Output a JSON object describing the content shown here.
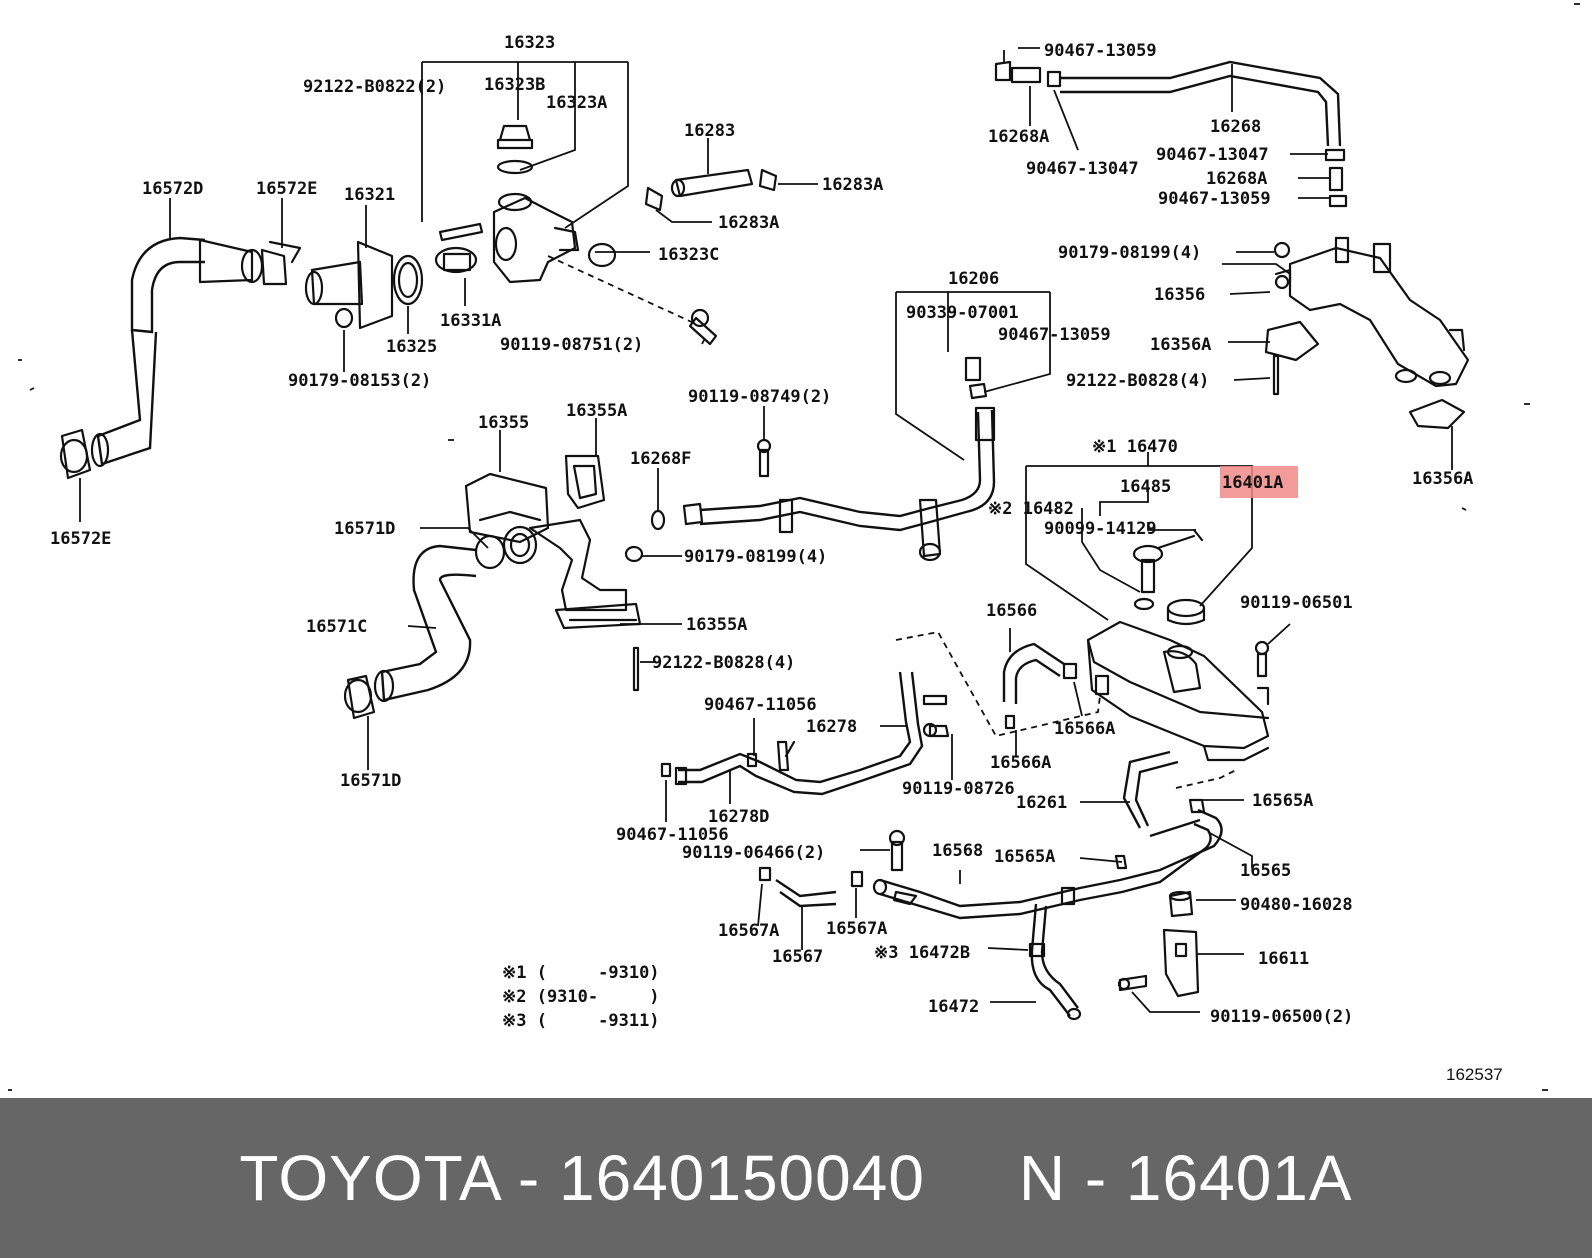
{
  "diagram": {
    "highlight_color": "#f08a8a",
    "code": "162537",
    "labels": {
      "l16323": "16323",
      "l92122b0822": "92122-B0822(2)",
      "l16323b": "16323B",
      "l16323a": "16323A",
      "l16283": "16283",
      "l16283a_r": "16283A",
      "l16283a_l": "16283A",
      "l16572d": "16572D",
      "l16572e_t": "16572E",
      "l16321": "16321",
      "l16323c": "16323C",
      "l16331a": "16331A",
      "l16325": "16325",
      "l90119_08751": "90119-08751(2)",
      "l90179_08153": "90179-08153(2)",
      "l16572e_b": "16572E",
      "l16355": "16355",
      "l16355a_t": "16355A",
      "l16268f": "16268F",
      "l90119_08749": "90119-08749(2)",
      "l16206": "16206",
      "l90339_07001": "90339-07001",
      "l90467_13059_m": "90467-13059",
      "l16571d_t": "16571D",
      "l90179_08199_m": "90179-08199(4)",
      "l16571c": "16571C",
      "l16355a_b": "16355A",
      "l92122_b0828_m": "92122-B0828(4)",
      "l16571d_b": "16571D",
      "l90467_13059_t": "90467-13059",
      "l16268a_t": "16268A",
      "l16268": "16268",
      "l90467_13047_l": "90467-13047",
      "l90467_13047_r": "90467-13047",
      "l16268a_r": "16268A",
      "l90467_13059_r": "90467-13059",
      "l90179_08199_r": "90179-08199(4)",
      "l16356": "16356",
      "l16356a_m": "16356A",
      "l92122_b0828_r": "92122-B0828(4)",
      "l16356a_b": "16356A",
      "l16470": "※1 16470",
      "l16485": "16485",
      "l16401a": "16401A",
      "l16482": "※2 16482",
      "l90099_14129": "90099-14129",
      "l90119_06501": "90119-06501",
      "l16566": "16566",
      "l16566a_r": "16566A",
      "l16566a_b": "16566A",
      "l90467_11056_t": "90467-11056",
      "l16278": "16278",
      "l90119_08726": "90119-08726",
      "l16278d": "16278D",
      "l90467_11056_b": "90467-11056",
      "l16261": "16261",
      "l16565a_r": "16565A",
      "l90119_06466": "90119-06466(2)",
      "l16568": "16568",
      "l16565a_m": "16565A",
      "l16565": "16565",
      "l16567a_l": "16567A",
      "l16567a_r": "16567A",
      "l16567": "16567",
      "l90480_16028": "90480-16028",
      "l16472b": "※3 16472B",
      "l16611": "16611",
      "l16472": "16472",
      "l90119_06500": "90119-06500(2)"
    },
    "notes": [
      "※1 (     -9310)",
      "※2 (9310-     )",
      "※3 (     -9311)"
    ]
  },
  "footer": {
    "text": "TOYOTA - 1640150040     N - 16401A"
  }
}
